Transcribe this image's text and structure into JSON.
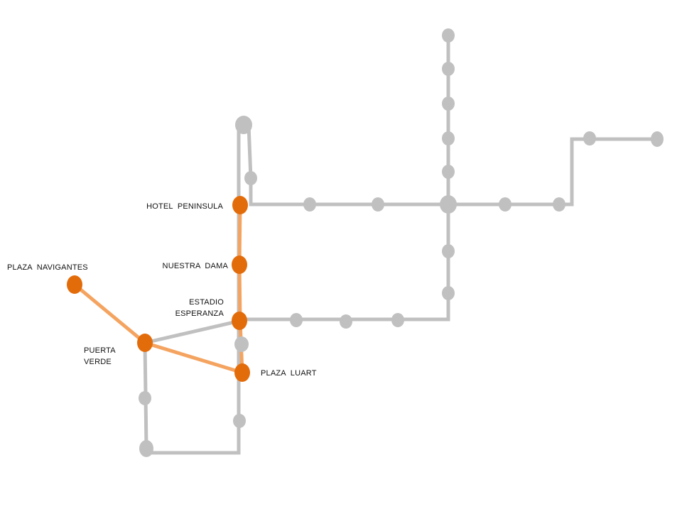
{
  "colors": {
    "line": "#bfbfbf",
    "node": "#c0c0c0",
    "highlight_line": "#f4a460",
    "highlight_node": "#e36c0a"
  },
  "stations": {
    "hotel_peninsula": "HOTEL  PENINSULA",
    "nuestra_dama": "NUESTRA  DAMA",
    "estadio_esperanza_1": "ESTADIO",
    "estadio_esperanza_2": "ESPERANZA",
    "plaza_navigantes": "PLAZA  NAVIGANTES",
    "puerta_verde_1": "PUERTA",
    "puerta_verde_2": "VERDE",
    "plaza_luart": "PLAZA  LUART"
  }
}
